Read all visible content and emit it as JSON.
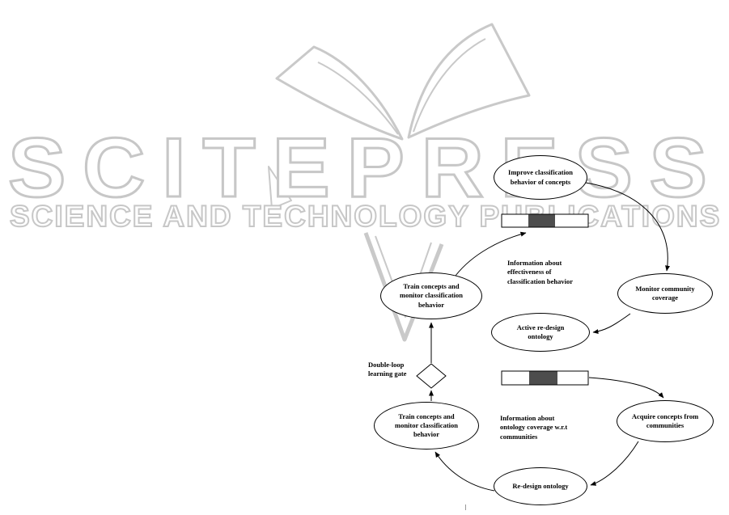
{
  "page": {
    "background": "#ffffff"
  },
  "watermark": {
    "brand": "SCITEPRESS",
    "tagline": "SCIENCE AND TECHNOLOGY PUBLICATIONS",
    "color": "#c7c7c7"
  },
  "diagram": {
    "gate_fill": "#4d4d4d",
    "line_color": "#000000",
    "nodes": {
      "improve": {
        "label": "Improve classification\nbehavior of concepts"
      },
      "monitor": {
        "label": "Monitor community\ncoverage"
      },
      "active": {
        "label": "Active re-design\nontology"
      },
      "train_top": {
        "label": "Train concepts and\nmonitor classification\nbehavior"
      },
      "train_bottom": {
        "label": "Train concepts and\nmonitor classification\nbehavior"
      },
      "acquire": {
        "label": "Acquire concepts from\ncommunities"
      },
      "redesign": {
        "label": "Re-design ontology"
      }
    },
    "annotations": {
      "effectiveness": "Information about\neffectiveness of\nclassification behavior",
      "coverage": "Information about\nontology coverage w.r.t\ncommunities",
      "gate": "Double-loop\nlearning gate"
    }
  }
}
